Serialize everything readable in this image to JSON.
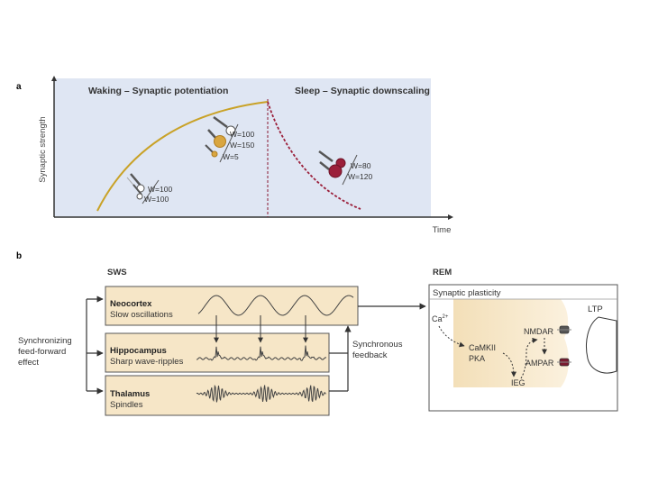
{
  "panel_a": {
    "label": "a",
    "waking_title": "Waking – Synaptic potentiation",
    "sleep_title": "Sleep – Synaptic downscaling",
    "ylabel": "Synaptic strength",
    "xlabel": "Time",
    "weights_early": [
      "W=100",
      "W=100"
    ],
    "weights_peak": [
      "W=100",
      "W=150",
      "W=5"
    ],
    "weights_sleep": [
      "W=80",
      "W=120"
    ],
    "colors": {
      "waking": "#c9a227",
      "sleep": "#9b1f3a",
      "background": "#dfe6f3"
    }
  },
  "panel_b": {
    "label": "b",
    "sws_title": "SWS",
    "rem_title": "REM",
    "neocortex": {
      "name": "Neocortex",
      "desc": "Slow oscillations"
    },
    "hippocampus": {
      "name": "Hippocampus",
      "desc": "Sharp wave-ripples"
    },
    "thalamus": {
      "name": "Thalamus",
      "desc": "Spindles"
    },
    "sync_ff": [
      "Synchronizing",
      "feed-forward",
      "effect"
    ],
    "sync_fb": [
      "Synchronous",
      "feedback"
    ],
    "rem_box": {
      "title": "Synaptic plasticity",
      "ca": "Ca",
      "ca_sup": "2+",
      "camkii": "CaMKII",
      "pka": "PKA",
      "ieg": "IEG",
      "nmdar": "NMDAR",
      "ampar": "AMPAR",
      "ltp": "LTP"
    },
    "colors": {
      "box_fill": "#f6e6c7",
      "plasticity_fill": "#f6e6c7"
    }
  }
}
